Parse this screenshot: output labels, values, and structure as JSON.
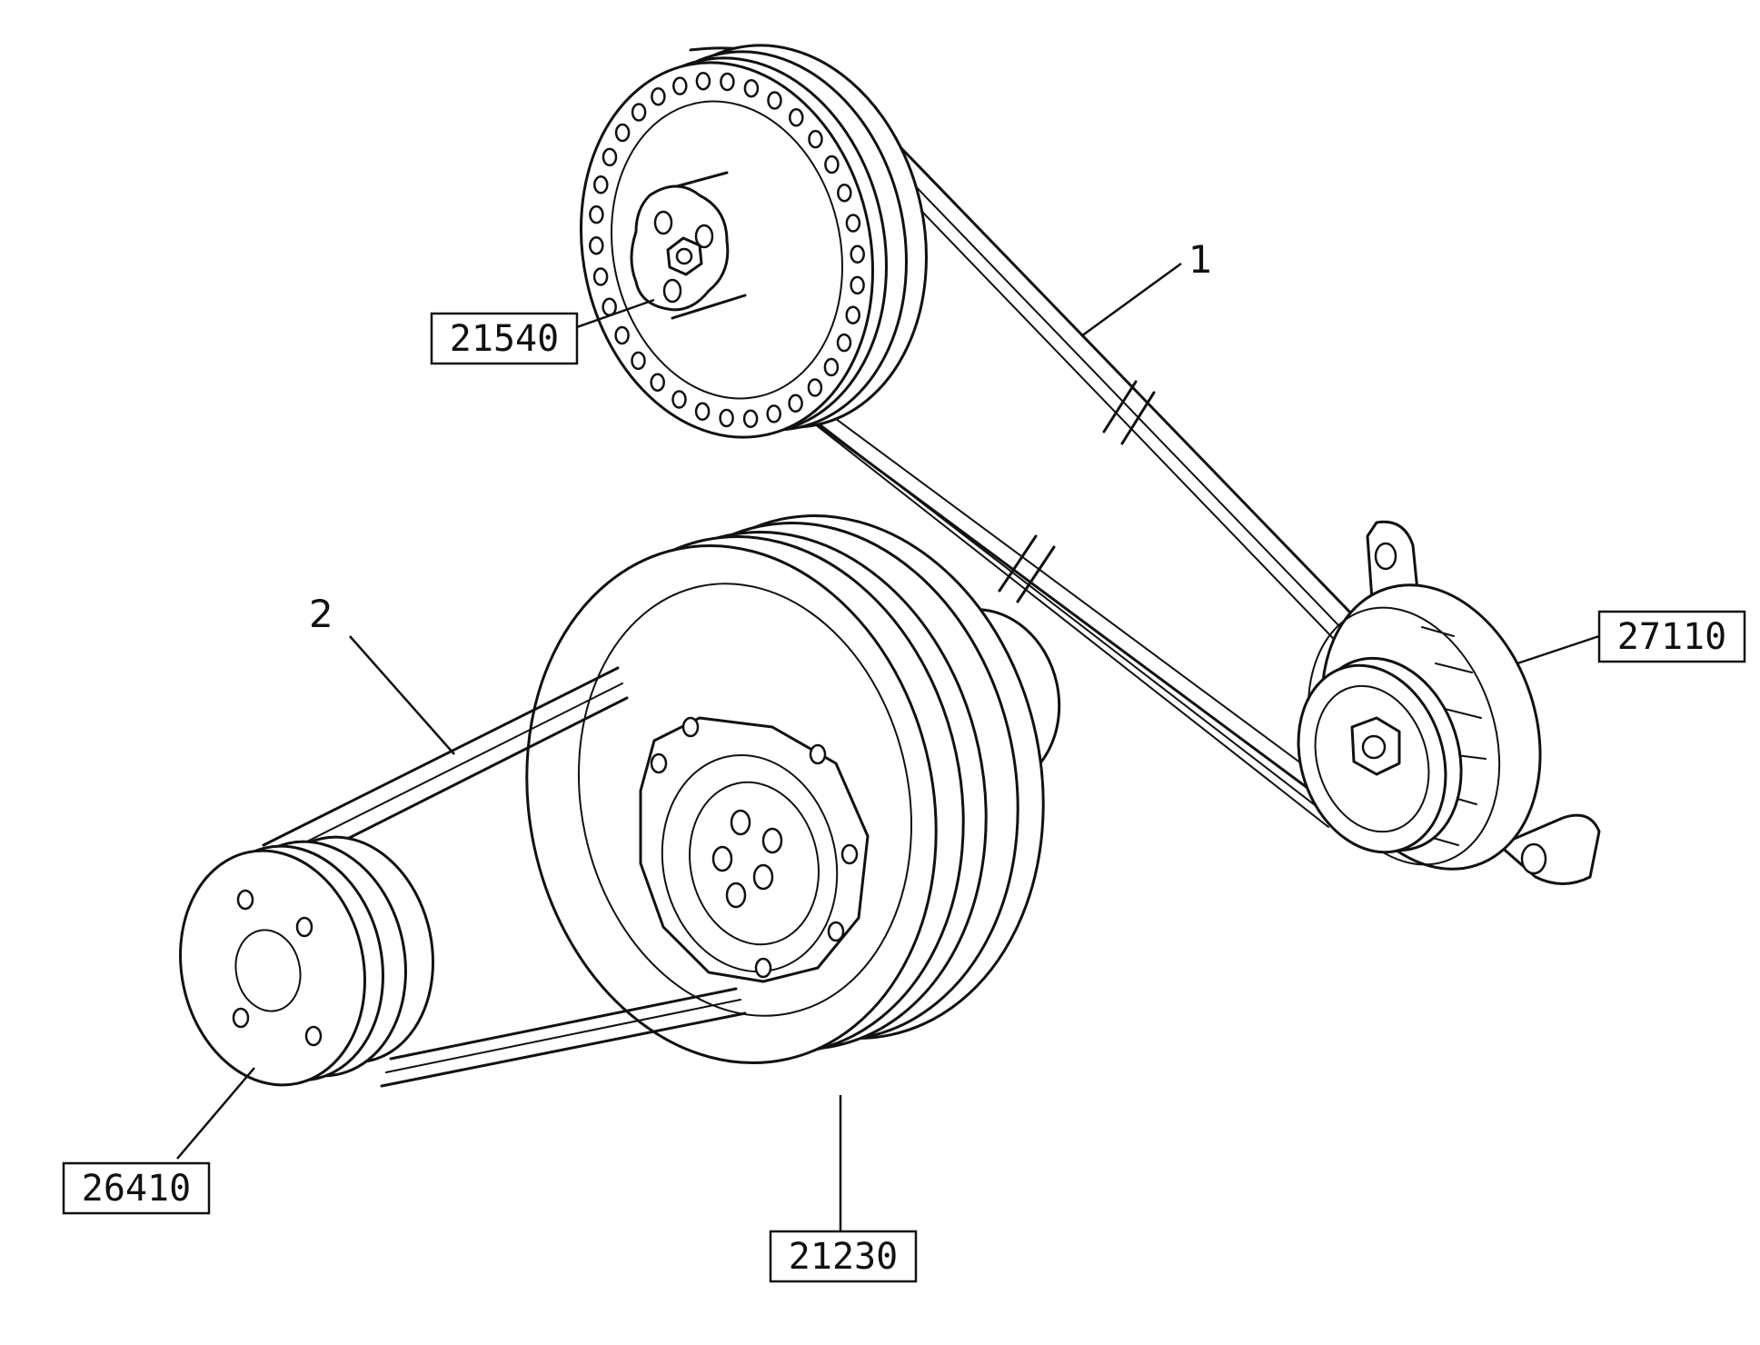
{
  "callouts": {
    "p21540": "21540",
    "p27110": "27110",
    "p26410": "26410",
    "p21230": "21230"
  },
  "items": {
    "belt1": "1",
    "belt2": "2"
  }
}
